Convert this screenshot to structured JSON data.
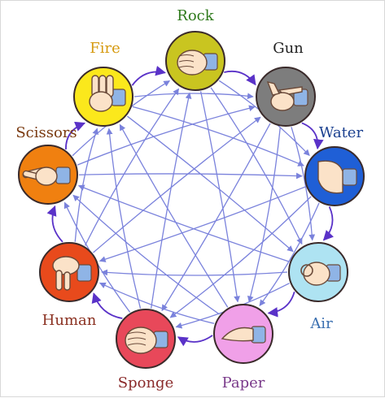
{
  "nodes": [
    {
      "id": "rock",
      "label": "Rock",
      "fill": "#c9c520",
      "text_color": "#2f7a1c",
      "icon": "fist-hand-icon"
    },
    {
      "id": "gun",
      "label": "Gun",
      "fill": "#7d7d7d",
      "text_color": "#222222",
      "icon": "pointing-hand-icon"
    },
    {
      "id": "water",
      "label": "Water",
      "fill": "#1f5fd6",
      "text_color": "#1a3f8f",
      "icon": "cupped-hand-icon"
    },
    {
      "id": "air",
      "label": "Air",
      "fill": "#aee3f2",
      "text_color": "#3a6fb0",
      "icon": "ok-hand-icon"
    },
    {
      "id": "paper",
      "label": "Paper",
      "fill": "#f0a0e8",
      "text_color": "#7a3a8a",
      "icon": "flat-hand-icon"
    },
    {
      "id": "sponge",
      "label": "Sponge",
      "fill": "#e8485a",
      "text_color": "#8a2a2a",
      "icon": "squeeze-hand-icon"
    },
    {
      "id": "human",
      "label": "Human",
      "fill": "#e84a1c",
      "text_color": "#8a3020",
      "icon": "walking-fingers-icon"
    },
    {
      "id": "scissors",
      "label": "Scissors",
      "fill": "#f08010",
      "text_color": "#7a3a10",
      "icon": "scissors-hand-icon"
    },
    {
      "id": "fire",
      "label": "Fire",
      "fill": "#fbe81c",
      "text_color": "#d69a10",
      "icon": "flame-fingers-icon"
    }
  ],
  "colors": {
    "outer_arrow": "#5a32c8",
    "inner_arrow": "#7a82dc",
    "skin": "#fbe2c8",
    "skin_outline": "#6a4a3a",
    "sleeve": "#8fb4e6"
  }
}
